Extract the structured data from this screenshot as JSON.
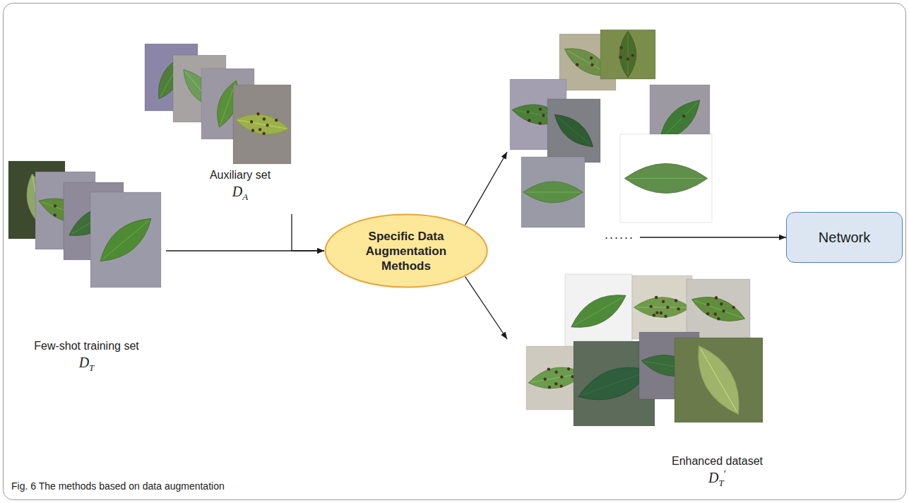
{
  "diagram": {
    "caption": "Fig. 6 The methods based on data augmentation",
    "nodes": [
      {
        "text": [
          "Few-shot training set",
          "D",
          "T"
        ]
      },
      {
        "text": [
          "Auxiliary set",
          "D",
          "A"
        ]
      },
      {
        "text": [
          "Specific Data Augmentation Methods"
        ]
      },
      {
        "text": [
          "Enhanced dataset",
          "D",
          "T",
          "′"
        ]
      },
      {
        "text": [
          "Network"
        ]
      }
    ],
    "edges": [
      {
        "from": 0,
        "to": 2,
        "arrow": "to"
      },
      {
        "from": 1,
        "to": 2,
        "arrow": "to"
      },
      {
        "from": 2,
        "to": 3,
        "arrow": "to"
      },
      {
        "from": 2,
        "to": 3,
        "arrow": "to"
      },
      {
        "from": 3,
        "to": 4,
        "arrow": "to"
      }
    ],
    "labels": [
      "......"
    ]
  }
}
